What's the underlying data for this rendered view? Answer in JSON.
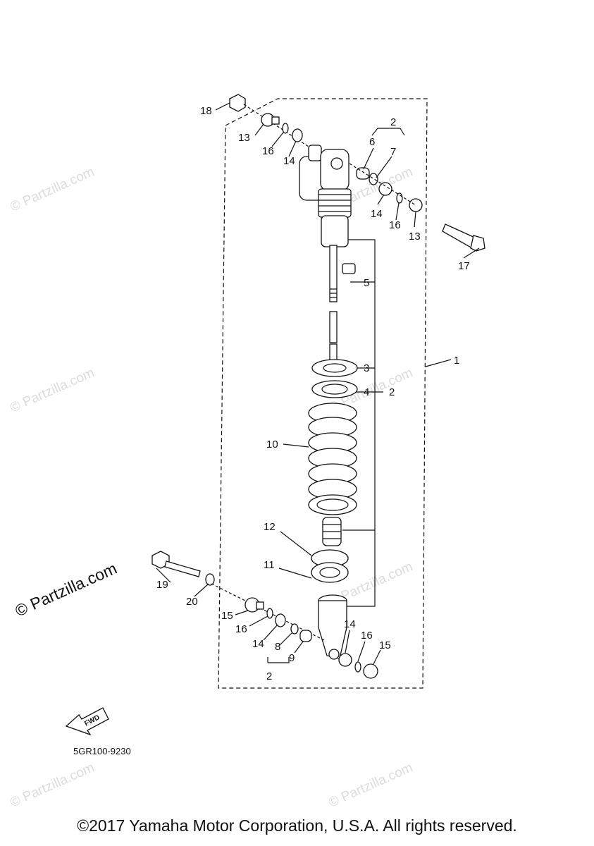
{
  "watermark": {
    "text": "© Partzilla.com",
    "main_text": "© Partzilla.com"
  },
  "diagram_code": "5GR100-9230",
  "fwd_label": "FWD",
  "copyright": "©2017 Yamaha Motor Corporation, U.S.A. All rights reserved.",
  "callouts": {
    "c1": "1",
    "c2a": "2",
    "c2b": "2",
    "c2c": "2",
    "c3": "3",
    "c4": "4",
    "c5": "5",
    "c6": "6",
    "c7": "7",
    "c8": "8",
    "c9": "9",
    "c10": "10",
    "c11": "11",
    "c12": "12",
    "c13a": "13",
    "c13b": "13",
    "c14a": "14",
    "c14b": "14",
    "c14c": "14",
    "c14d": "14",
    "c15a": "15",
    "c15b": "15",
    "c16a": "16",
    "c16b": "16",
    "c16c": "16",
    "c16d": "16",
    "c17": "17",
    "c18": "18",
    "c19": "19",
    "c20": "20"
  }
}
